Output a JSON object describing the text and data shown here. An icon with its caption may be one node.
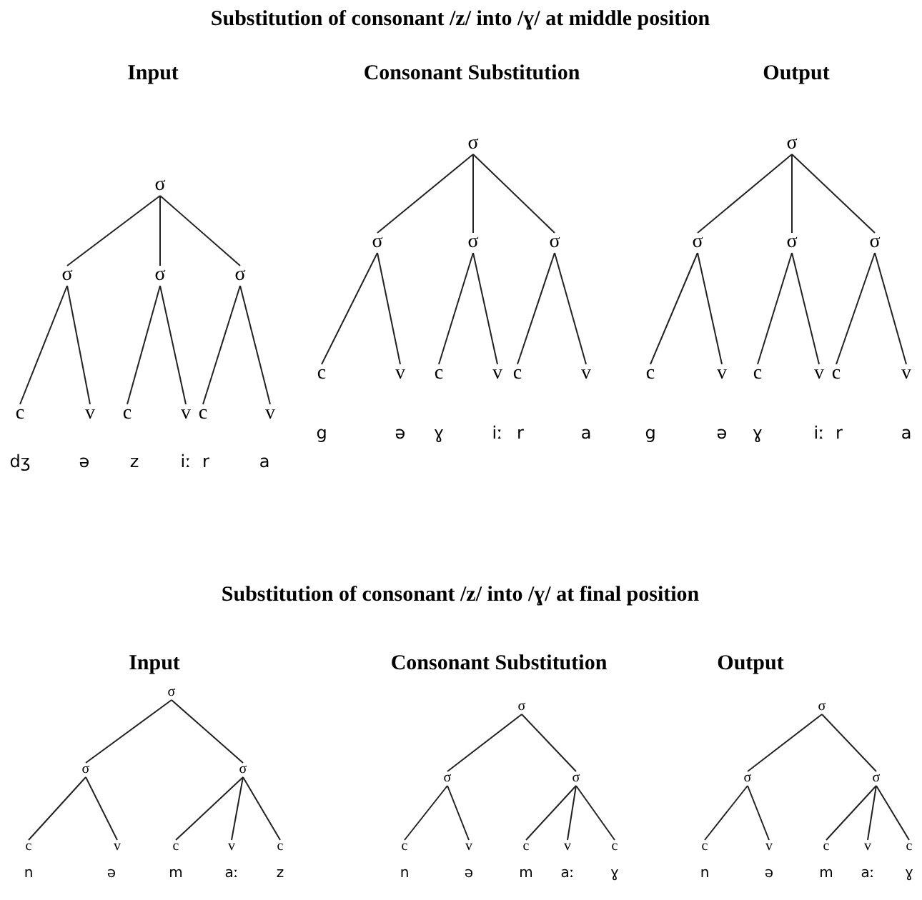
{
  "diagram": {
    "nodes": [
      {
        "text": [
          "σ"
        ]
      },
      {
        "text": [
          "σ"
        ]
      },
      {
        "text": [
          "σ"
        ]
      },
      {
        "text": [
          "σ"
        ]
      },
      {
        "text": [
          "c"
        ]
      },
      {
        "text": [
          "v"
        ]
      },
      {
        "text": [
          "c"
        ]
      },
      {
        "text": [
          "v"
        ]
      },
      {
        "text": [
          "c"
        ]
      },
      {
        "text": [
          "v"
        ]
      },
      {
        "text": [
          "σ"
        ]
      },
      {
        "text": [
          "σ"
        ]
      },
      {
        "text": [
          "σ"
        ]
      },
      {
        "text": [
          "σ"
        ]
      },
      {
        "text": [
          "c"
        ]
      },
      {
        "text": [
          "v"
        ]
      },
      {
        "text": [
          "c"
        ]
      },
      {
        "text": [
          "v"
        ]
      },
      {
        "text": [
          "c"
        ]
      },
      {
        "text": [
          "v"
        ]
      },
      {
        "text": [
          "σ"
        ]
      },
      {
        "text": [
          "σ"
        ]
      },
      {
        "text": [
          "σ"
        ]
      },
      {
        "text": [
          "σ"
        ]
      },
      {
        "text": [
          "c"
        ]
      },
      {
        "text": [
          "v"
        ]
      },
      {
        "text": [
          "c"
        ]
      },
      {
        "text": [
          "v"
        ]
      },
      {
        "text": [
          "c"
        ]
      },
      {
        "text": [
          "v"
        ]
      },
      {
        "text": [
          "σ"
        ]
      },
      {
        "text": [
          "σ"
        ]
      },
      {
        "text": [
          "σ"
        ]
      },
      {
        "text": [
          "c"
        ]
      },
      {
        "text": [
          "v"
        ]
      },
      {
        "text": [
          "c"
        ]
      },
      {
        "text": [
          "v"
        ]
      },
      {
        "text": [
          "c"
        ]
      },
      {
        "text": [
          "σ"
        ]
      },
      {
        "text": [
          "σ"
        ]
      },
      {
        "text": [
          "σ"
        ]
      },
      {
        "text": [
          "c"
        ]
      },
      {
        "text": [
          "v"
        ]
      },
      {
        "text": [
          "c"
        ]
      },
      {
        "text": [
          "v"
        ]
      },
      {
        "text": [
          "c"
        ]
      },
      {
        "text": [
          "σ"
        ]
      },
      {
        "text": [
          "σ"
        ]
      },
      {
        "text": [
          "σ"
        ]
      },
      {
        "text": [
          "c"
        ]
      },
      {
        "text": [
          "v"
        ]
      },
      {
        "text": [
          "c"
        ]
      },
      {
        "text": [
          "v"
        ]
      },
      {
        "text": [
          "c"
        ]
      }
    ],
    "edges": [
      {
        "from": 0,
        "to": 1,
        "arrow": "none"
      },
      {
        "from": 0,
        "to": 2,
        "arrow": "none"
      },
      {
        "from": 0,
        "to": 3,
        "arrow": "none"
      },
      {
        "from": 1,
        "to": 4,
        "arrow": "none"
      },
      {
        "from": 1,
        "to": 5,
        "arrow": "none"
      },
      {
        "from": 2,
        "to": 6,
        "arrow": "none"
      },
      {
        "from": 2,
        "to": 7,
        "arrow": "none"
      },
      {
        "from": 3,
        "to": 8,
        "arrow": "none"
      },
      {
        "from": 3,
        "to": 9,
        "arrow": "none"
      },
      {
        "from": 10,
        "to": 11,
        "arrow": "none"
      },
      {
        "from": 10,
        "to": 12,
        "arrow": "none"
      },
      {
        "from": 10,
        "to": 13,
        "arrow": "none"
      },
      {
        "from": 11,
        "to": 14,
        "arrow": "none"
      },
      {
        "from": 11,
        "to": 15,
        "arrow": "none"
      },
      {
        "from": 12,
        "to": 16,
        "arrow": "none"
      },
      {
        "from": 12,
        "to": 17,
        "arrow": "none"
      },
      {
        "from": 13,
        "to": 18,
        "arrow": "none"
      },
      {
        "from": 13,
        "to": 19,
        "arrow": "none"
      },
      {
        "from": 20,
        "to": 21,
        "arrow": "none"
      },
      {
        "from": 20,
        "to": 22,
        "arrow": "none"
      },
      {
        "from": 20,
        "to": 23,
        "arrow": "none"
      },
      {
        "from": 21,
        "to": 24,
        "arrow": "none"
      },
      {
        "from": 21,
        "to": 25,
        "arrow": "none"
      },
      {
        "from": 22,
        "to": 26,
        "arrow": "none"
      },
      {
        "from": 22,
        "to": 27,
        "arrow": "none"
      },
      {
        "from": 23,
        "to": 28,
        "arrow": "none"
      },
      {
        "from": 23,
        "to": 29,
        "arrow": "none"
      },
      {
        "from": 30,
        "to": 31,
        "arrow": "none"
      },
      {
        "from": 30,
        "to": 32,
        "arrow": "none"
      },
      {
        "from": 31,
        "to": 33,
        "arrow": "none"
      },
      {
        "from": 31,
        "to": 34,
        "arrow": "none"
      },
      {
        "from": 32,
        "to": 35,
        "arrow": "none"
      },
      {
        "from": 32,
        "to": 36,
        "arrow": "none"
      },
      {
        "from": 32,
        "to": 37,
        "arrow": "none"
      },
      {
        "from": 38,
        "to": 39,
        "arrow": "none"
      },
      {
        "from": 38,
        "to": 40,
        "arrow": "none"
      },
      {
        "from": 39,
        "to": 41,
        "arrow": "none"
      },
      {
        "from": 39,
        "to": 42,
        "arrow": "none"
      },
      {
        "from": 40,
        "to": 43,
        "arrow": "none"
      },
      {
        "from": 40,
        "to": 44,
        "arrow": "none"
      },
      {
        "from": 40,
        "to": 45,
        "arrow": "none"
      },
      {
        "from": 46,
        "to": 47,
        "arrow": "none"
      },
      {
        "from": 46,
        "to": 48,
        "arrow": "none"
      },
      {
        "from": 47,
        "to": 49,
        "arrow": "none"
      },
      {
        "from": 47,
        "to": 50,
        "arrow": "none"
      },
      {
        "from": 48,
        "to": 51,
        "arrow": "none"
      },
      {
        "from": 48,
        "to": 52,
        "arrow": "none"
      },
      {
        "from": 48,
        "to": 53,
        "arrow": "none"
      }
    ],
    "labels": [
      "Substitution of consonant /z/ into /ɣ/ at middle position",
      "Input",
      "Consonant Substitution",
      "Output",
      "dʒ",
      "ə",
      "z",
      "iː",
      "r",
      "a",
      "g",
      "ə",
      "ɣ",
      "iː",
      "r",
      "a",
      "g",
      "ə",
      "ɣ",
      "iː",
      "r",
      "a",
      "Substitution of consonant /z/ into /ɣ/ at final position",
      "Input",
      "Consonant Substitution",
      "Output",
      "n",
      "ə",
      "m",
      "aː",
      "z",
      "n",
      "ə",
      "m",
      "aː",
      "ɣ",
      "n",
      "ə",
      "m",
      "aː",
      "ɣ"
    ]
  }
}
